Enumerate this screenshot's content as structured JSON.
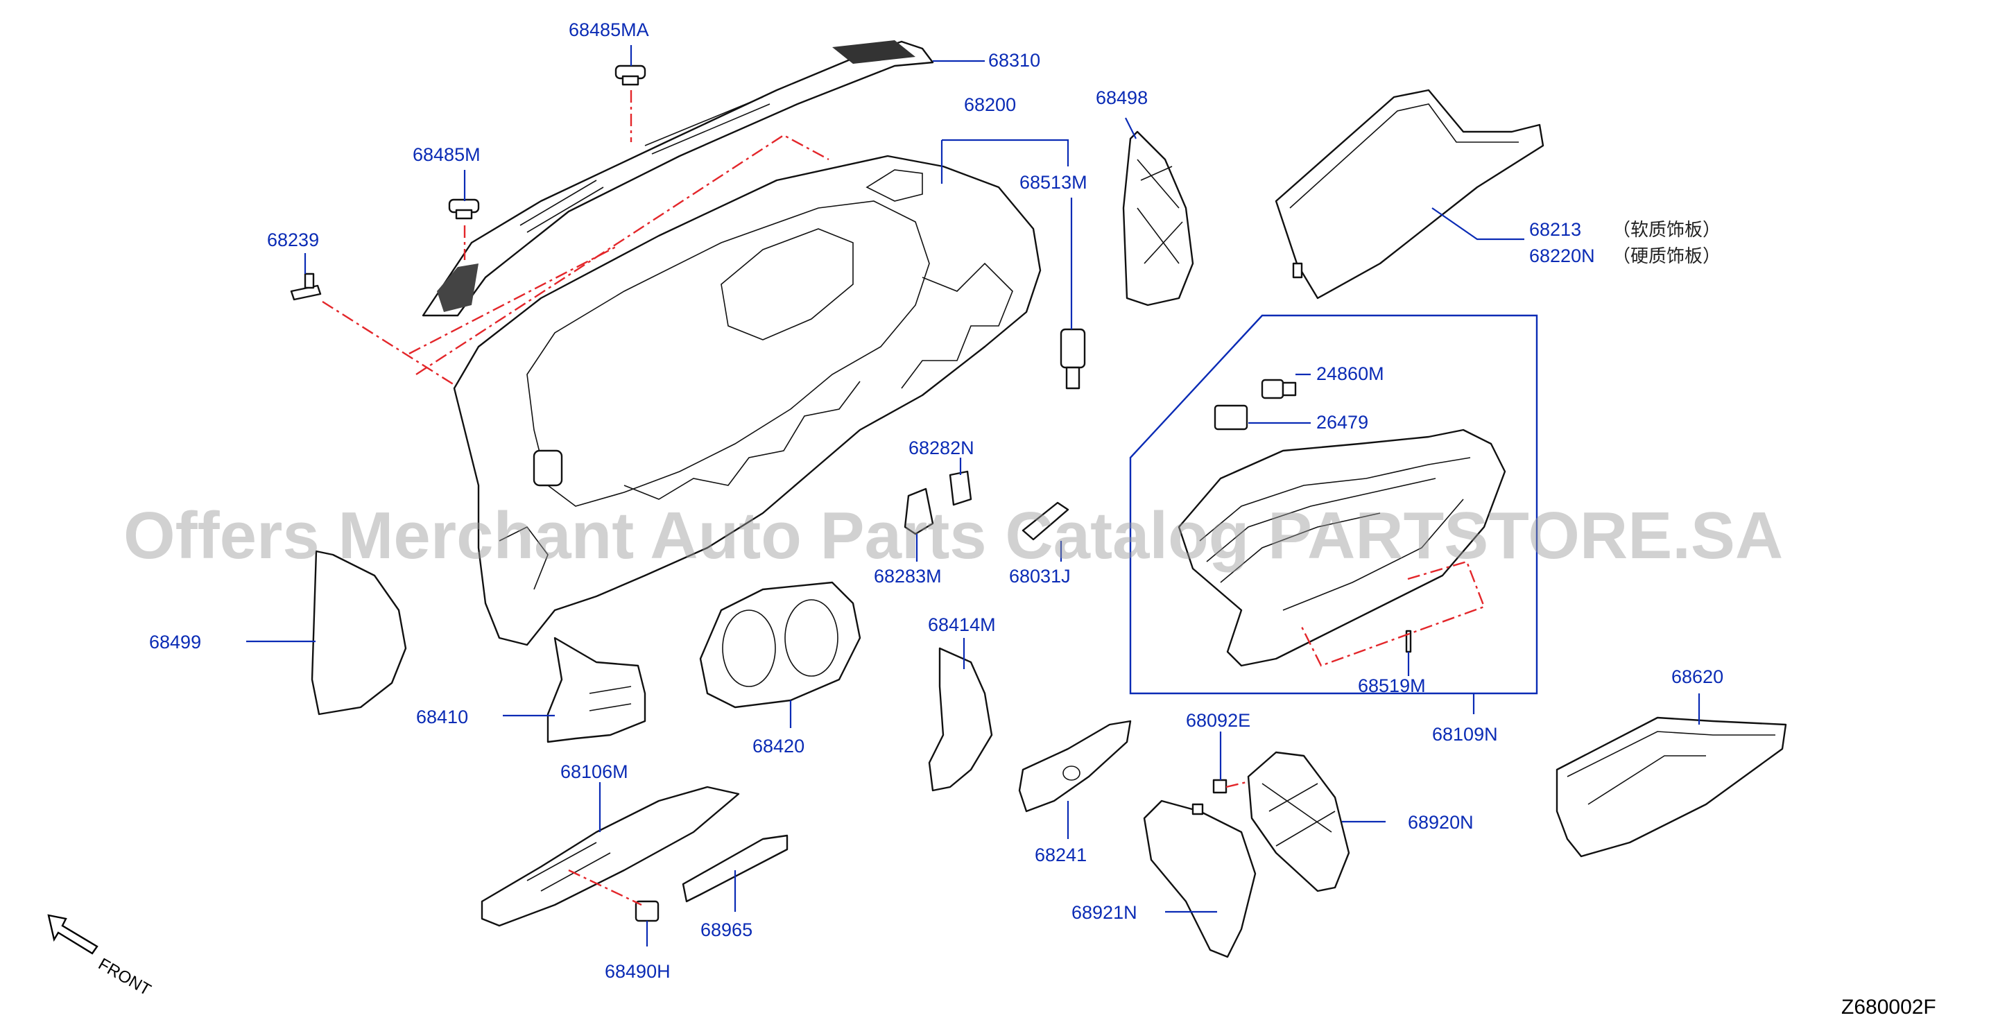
{
  "diagram": {
    "code": "Z680002F",
    "front_label": "FRONT",
    "watermark": "Offers Merchant Auto Parts Catalog PARTSTORE.SA",
    "note_soft": "（软质饰板）",
    "note_hard": "（硬质饰板）",
    "line_color": "#111111",
    "label_color": "#0a2bb5",
    "dash_color": "#e3262a",
    "labels": {
      "p68485MA": "68485MA",
      "p68310": "68310",
      "p68200": "68200",
      "p68498": "68498",
      "p68485M": "68485M",
      "p68513M": "68513M",
      "p68239": "68239",
      "p68213": "68213",
      "p68220N": "68220N",
      "p24860M": "24860M",
      "p26479": "26479",
      "p68282N": "68282N",
      "p68283M": "68283M",
      "p68031J": "68031J",
      "p68499": "68499",
      "p68414M": "68414M",
      "p68519M": "68519M",
      "p68410": "68410",
      "p68420": "68420",
      "p68109N": "68109N",
      "p68620": "68620",
      "p68092E": "68092E",
      "p68106M": "68106M",
      "p68920N": "68920N",
      "p68241": "68241",
      "p68965": "68965",
      "p68921N": "68921N",
      "p68490H": "68490H"
    }
  }
}
